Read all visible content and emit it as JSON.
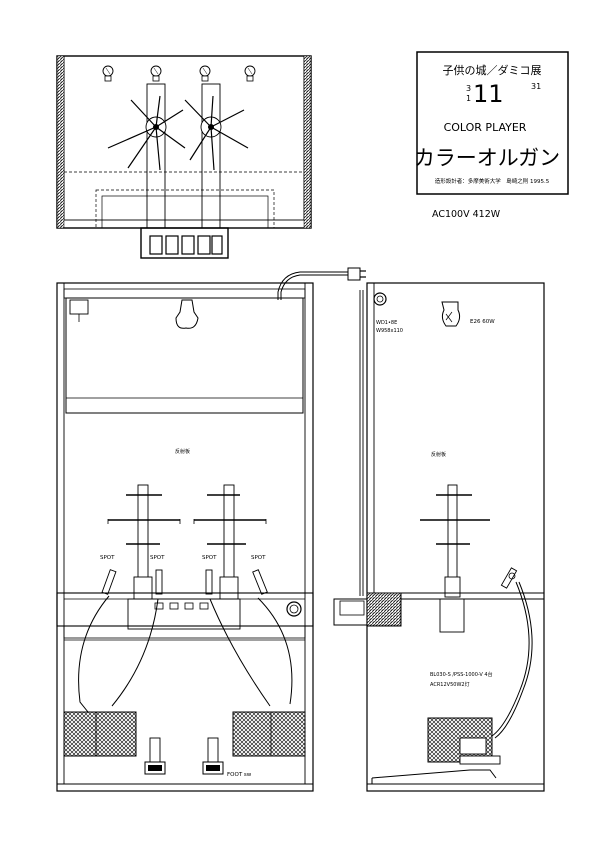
{
  "title_block": {
    "exhibit_title": "子供の城／ダミコ展",
    "number_small_top": "3",
    "number_small_bottom": "1",
    "number_large": "11",
    "number_right": "31",
    "name_english": "COLOR PLAYER",
    "name_japanese": "カラーオルガン",
    "credit_line": "造形設計者：多摩美術大学　島崎之則 1995.5"
  },
  "power_spec": "AC100V  412W",
  "labels": {
    "front_center": "反射板",
    "side_center": "反射板",
    "spot_1": "SPOT",
    "spot_2": "SPOT",
    "spot_3": "SPOT",
    "spot_4": "SPOT",
    "wd_line1": "WD1•8E",
    "wd_line2": "W958x110",
    "lamp_spec": "E26 60W",
    "ballast_line1": "BL030-S /PSS-1000-V 4台",
    "ballast_line2": "ACR12V50W2灯",
    "foot_sw": "FOOT sw"
  },
  "icons": {
    "bulbs": "light-bulb-icon",
    "plug": "power-plug-icon"
  }
}
